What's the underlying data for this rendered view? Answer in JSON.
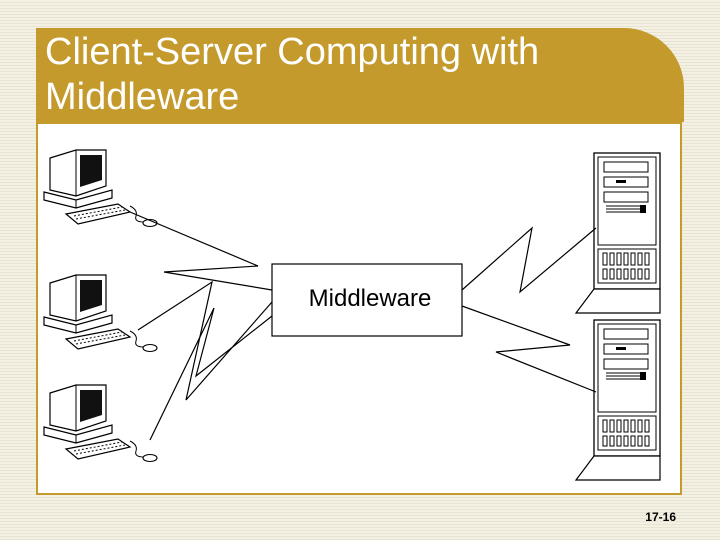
{
  "slide": {
    "title": "Client-Server Computing with Middleware",
    "number": "17-16"
  },
  "diagram": {
    "middleware_label": "Middleware",
    "clients": [
      "client",
      "client",
      "client"
    ],
    "servers": [
      "server",
      "server"
    ],
    "icons": {
      "client": "desktop-computer-icon",
      "server": "tower-server-icon"
    }
  },
  "colors": {
    "title_bar": "#c49a2c",
    "title_text": "#ffffff",
    "panel_border": "#c49a2c"
  }
}
